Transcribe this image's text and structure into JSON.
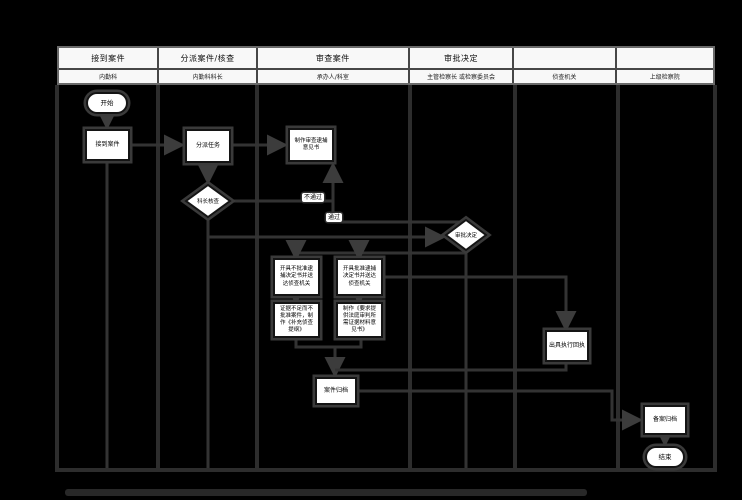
{
  "header": {
    "lanes": [
      {
        "title": "接到案件",
        "role": "内勤科"
      },
      {
        "title": "分派案件/核查",
        "role": "内勤科科长"
      },
      {
        "title": "审查案件",
        "role": "承办人/科室"
      },
      {
        "title": "审批决定",
        "role": "主管检察长 或检察委员会"
      },
      {
        "title": "",
        "role": "侦查机关"
      },
      {
        "title": "",
        "role": "上级检察院"
      }
    ]
  },
  "nodes": {
    "start": {
      "label": "开始",
      "shape": "stadium"
    },
    "receive": {
      "label": "接到案件",
      "shape": "rect"
    },
    "assign": {
      "label": "分派任务",
      "shape": "rect"
    },
    "check": {
      "label": "科长核查",
      "shape": "diamond"
    },
    "make_opinion": {
      "label": "制作审查逮捕\n意见书",
      "shape": "rect"
    },
    "approve": {
      "label": "审批决定",
      "shape": "diamond"
    },
    "issue_disapprove": {
      "label": "开具不批准逮\n捕决定书并送\n达侦查机关",
      "shape": "rect"
    },
    "issue_approve": {
      "label": "开具批准逮捕\n决定书并送达\n侦查机关",
      "shape": "rect"
    },
    "supplement": {
      "label": "证据不足而不\n批准案件，制\n作《补充侦查\n提纲》",
      "shape": "rect"
    },
    "evidence_request": {
      "label": "制作《要求提\n供法庭审判所\n需证据材料意\n见书》",
      "shape": "rect"
    },
    "case_archive": {
      "label": "案件归档",
      "shape": "rect"
    },
    "exec_receipt": {
      "label": "出具执行回执",
      "shape": "rect"
    },
    "record_archive": {
      "label": "备案归档",
      "shape": "rect"
    },
    "end": {
      "label": "结束",
      "shape": "stadium"
    }
  },
  "edge_labels": {
    "fail": "不通过",
    "pass": "通过"
  },
  "colors": {
    "background": "#000000",
    "connector_line": "#333333",
    "lane_border": "#2d2d2d",
    "node_fill": "#ffffff",
    "node_border": "#141414",
    "node_halo": "#3a3a3a",
    "header_bg": "#f8f8f8"
  }
}
